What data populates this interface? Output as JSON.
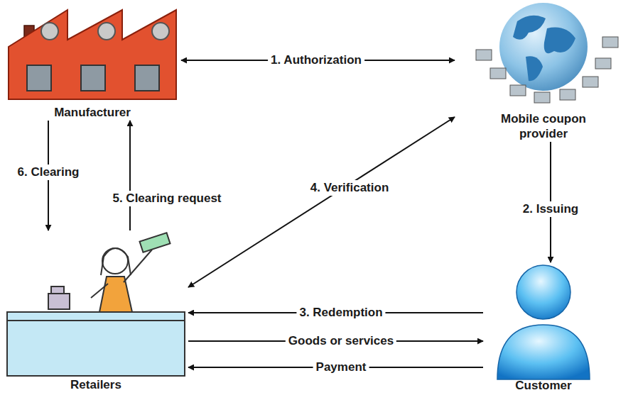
{
  "diagram": {
    "nodes": [
      {
        "text": [
          "Manufacturer"
        ]
      },
      {
        "text": [
          "Mobile coupon provider"
        ]
      },
      {
        "text": [
          "Retailers"
        ]
      },
      {
        "text": [
          "Customer"
        ]
      }
    ],
    "edges": [
      {
        "from": 0,
        "to": 1,
        "label": "1. Authorization",
        "arrow": "both"
      },
      {
        "from": 1,
        "to": 3,
        "label": "2. Issuing",
        "arrow": "to"
      },
      {
        "from": 3,
        "to": 2,
        "label": "3. Redemption",
        "arrow": "to"
      },
      {
        "from": 2,
        "to": 3,
        "label": "Goods or services",
        "arrow": "to"
      },
      {
        "from": 3,
        "to": 2,
        "label": "Payment",
        "arrow": "to"
      },
      {
        "from": 2,
        "to": 1,
        "label": "4. Verification",
        "arrow": "both"
      },
      {
        "from": 2,
        "to": 0,
        "label": "5. Clearing request",
        "arrow": "to"
      },
      {
        "from": 0,
        "to": 2,
        "label": "6. Clearing",
        "arrow": "to"
      }
    ]
  }
}
